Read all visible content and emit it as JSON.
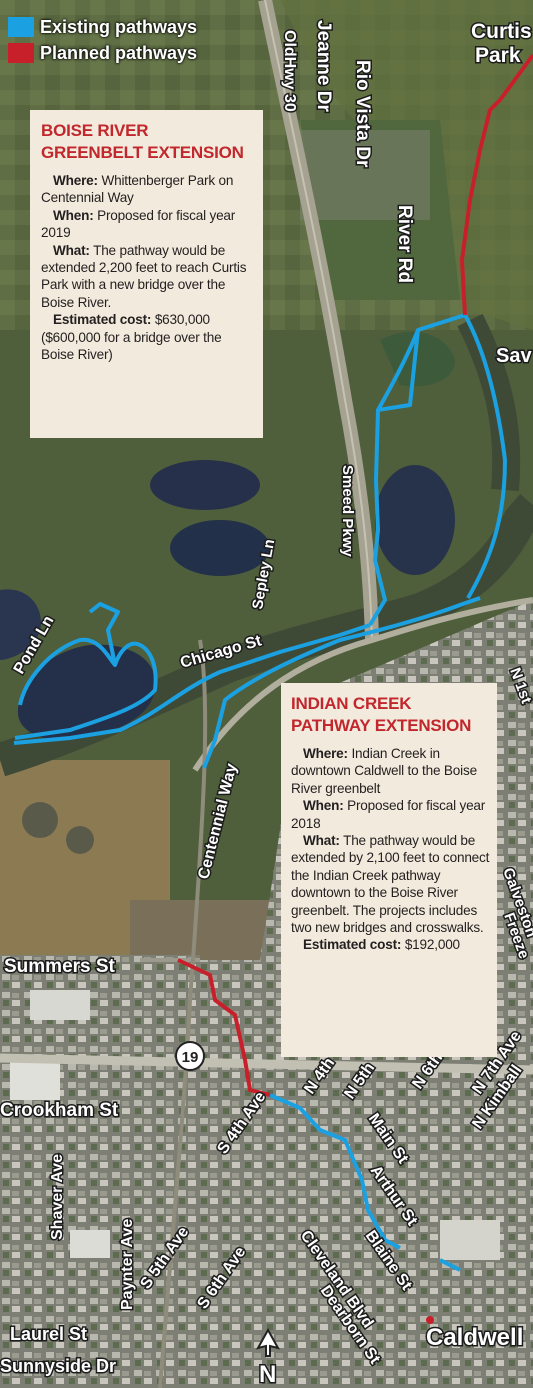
{
  "legend": {
    "existing_label": "Existing pathways",
    "planned_label": "Planned pathways",
    "existing_color": "#1ba1e2",
    "planned_color": "#c8202b"
  },
  "place_labels": {
    "curtis_line1": "Curtis",
    "curtis_line2": "Park",
    "old_hwy_30": "OldHwy 30",
    "jeanne_dr": "Jeanne Dr",
    "rio_vista_dr": "Rio Vista Dr",
    "river_rd": "River Rd",
    "sav": "Sav",
    "pond_ln": "Pond Ln",
    "chicago_st": "Chicago St",
    "smeed_pkwy": "Smeed Pkwy",
    "sepley_ln": "Sepley Ln",
    "centennial_way": "Centennial Way",
    "summers_st": "Summers St",
    "route_19": "19",
    "crookham_st": "Crookham St",
    "shaver_ave": "Shaver Ave",
    "paynter_ave": "Paynter Ave",
    "s_4th_ave": "S 4th Ave",
    "s_5th_ave": "S 5th Ave",
    "s_6th_ave": "S 6th Ave",
    "laurel_st": "Laurel St",
    "sunnyside_dr": "Sunnyside Dr",
    "n_4th": "N 4th",
    "n_5th": "N 5th",
    "n_6th": "N 6th",
    "n_7th_ave": "N 7th Ave",
    "n_kimball": "N Kimball",
    "main_st": "Main St",
    "arthur_st": "Arthur St",
    "blaine_st": "Blaine St",
    "cleveland_blvd": "Cleveland Blvd",
    "dearborn_st": "Dearborn St",
    "caldwell": "Caldwell",
    "n_1st": "N 1st",
    "galveston": "Galveston",
    "freeze": "Freeze",
    "north_arrow": "N"
  },
  "boise_box": {
    "title_line1": "BOISE RIVER",
    "title_line2": "GREENBELT EXTENSION",
    "where_label": "Where:",
    "where_text": "Whittenberger Park on Centennial Way",
    "when_label": "When:",
    "when_text": "Proposed for fiscal year 2019",
    "what_label": "What:",
    "what_text": "The pathway would be extended 2,200 feet to reach Curtis Park with a new bridge over the Boise River.",
    "cost_label": "Estimated cost:",
    "cost_text": "$630,000 ($600,000 for a bridge over the Boise River)"
  },
  "indian_box": {
    "title_line1": "INDIAN CREEK",
    "title_line2": "PATHWAY EXTENSION",
    "where_label": "Where:",
    "where_text": "Indian Creek in downtown Caldwell to the Boise River greenbelt",
    "when_label": "When:",
    "when_text": "Proposed for fiscal year 2018",
    "what_label": "What:",
    "what_text": "The pathway would be extended by 2,100 feet to connect the Indian Creek pathway downtown to the Boise River greenbelt. The projects includes two new bridges and crosswalks.",
    "cost_label": "Estimated cost:",
    "cost_text": "$192,000"
  }
}
